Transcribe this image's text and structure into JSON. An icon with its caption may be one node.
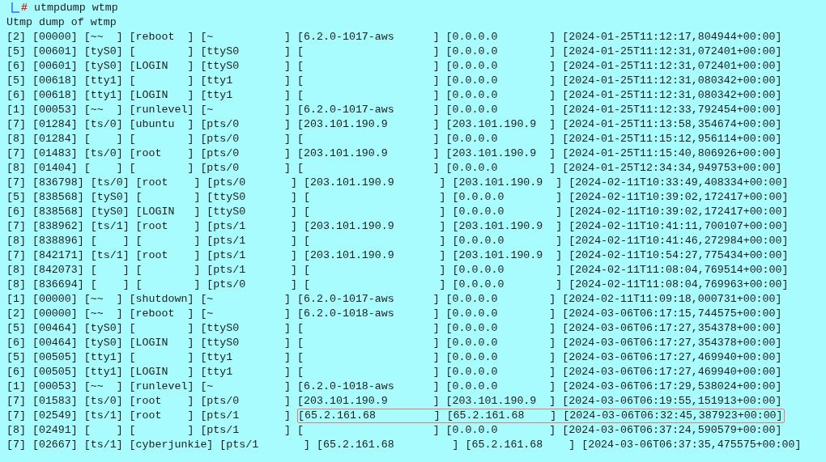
{
  "diagram": {
    "nodes": [
      {
        "text": [
          "[65.2.161.68         ] [65.2.161.68    ] [2024-03-06T06:32:45,387923+00:00]"
        ]
      }
    ],
    "labels": [
      "#",
      "utmpdump wtmp",
      "Utmp dump of wtmp",
      "[2] [00000] [~~  ] [reboot  ] [~           ] [6.2.0-1017-aws      ] [0.0.0.0        ] [2024-01-25T11:12:17,804944+00:00]",
      "[5] [00601] [tyS0] [        ] [ttyS0       ] [                    ] [0.0.0.0        ] [2024-01-25T11:12:31,072401+00:00]",
      "[6] [00601] [tyS0] [LOGIN   ] [ttyS0       ] [                    ] [0.0.0.0        ] [2024-01-25T11:12:31,072401+00:00]",
      "[5] [00618] [tty1] [        ] [tty1        ] [                    ] [0.0.0.0        ] [2024-01-25T11:12:31,080342+00:00]",
      "[6] [00618] [tty1] [LOGIN   ] [tty1        ] [                    ] [0.0.0.0        ] [2024-01-25T11:12:31,080342+00:00]",
      "[1] [00053] [~~  ] [runlevel] [~           ] [6.2.0-1017-aws      ] [0.0.0.0        ] [2024-01-25T11:12:33,792454+00:00]",
      "[7] [01284] [ts/0] [ubuntu  ] [pts/0       ] [203.101.190.9       ] [203.101.190.9  ] [2024-01-25T11:13:58,354674+00:00]",
      "[8] [01284] [    ] [        ] [pts/0       ] [                    ] [0.0.0.0        ] [2024-01-25T11:15:12,956114+00:00]",
      "[7] [01483] [ts/0] [root    ] [pts/0       ] [203.101.190.9       ] [203.101.190.9  ] [2024-01-25T11:15:40,806926+00:00]",
      "[8] [01404] [    ] [        ] [pts/0       ] [                    ] [0.0.0.0        ] [2024-01-25T12:34:34,949753+00:00]",
      "[7] [836798] [ts/0] [root    ] [pts/0       ] [203.101.190.9       ] [203.101.190.9  ] [2024-02-11T10:33:49,408334+00:00]",
      "[5] [838568] [tyS0] [        ] [ttyS0       ] [                    ] [0.0.0.0        ] [2024-02-11T10:39:02,172417+00:00]",
      "[6] [838568] [tyS0] [LOGIN   ] [ttyS0       ] [                    ] [0.0.0.0        ] [2024-02-11T10:39:02,172417+00:00]",
      "[7] [838962] [ts/1] [root    ] [pts/1       ] [203.101.190.9       ] [203.101.190.9  ] [2024-02-11T10:41:11,700107+00:00]",
      "[8] [838896] [    ] [        ] [pts/1       ] [                    ] [0.0.0.0        ] [2024-02-11T10:41:46,272984+00:00]",
      "[7] [842171] [ts/1] [root    ] [pts/1       ] [203.101.190.9       ] [203.101.190.9  ] [2024-02-11T10:54:27,775434+00:00]",
      "[8] [842073] [    ] [        ] [pts/1       ] [                    ] [0.0.0.0        ] [2024-02-11T11:08:04,769514+00:00]",
      "[8] [836694] [    ] [        ] [pts/0       ] [                    ] [0.0.0.0        ] [2024-02-11T11:08:04,769963+00:00]",
      "[1] [00000] [~~  ] [shutdown] [~           ] [6.2.0-1017-aws      ] [0.0.0.0        ] [2024-02-11T11:09:18,000731+00:00]",
      "[2] [00000] [~~  ] [reboot  ] [~           ] [6.2.0-1018-aws      ] [0.0.0.0        ] [2024-03-06T06:17:15,744575+00:00]",
      "[5] [00464] [tyS0] [        ] [ttyS0       ] [                    ] [0.0.0.0        ] [2024-03-06T06:17:27,354378+00:00]",
      "[6] [00464] [tyS0] [LOGIN   ] [ttyS0       ] [                    ] [0.0.0.0        ] [2024-03-06T06:17:27,354378+00:00]",
      "[5] [00505] [tty1] [        ] [tty1        ] [                    ] [0.0.0.0        ] [2024-03-06T06:17:27,469940+00:00]",
      "[6] [00505] [tty1] [LOGIN   ] [tty1        ] [                    ] [0.0.0.0        ] [2024-03-06T06:17:27,469940+00:00]",
      "[1] [00053] [~~  ] [runlevel] [~           ] [6.2.0-1018-aws      ] [0.0.0.0        ] [2024-03-06T06:17:29,538024+00:00]",
      "[7] [01583] [ts/0] [root    ] [pts/0       ] [203.101.190.9       ] [203.101.190.9  ] [2024-03-06T06:19:55,151913+00:00]",
      "[7] [02549] [ts/1] [root    ] [pts/1       ]",
      "[8] [02491] [    ] [        ] [pts/1       ] [                    ] [0.0.0.0        ] [2024-03-06T06:37:24,590579+00:00]",
      "[7] [02667] [ts/1] [cyberjunkie] [pts/1       ] [65.2.161.68         ] [65.2.161.68    ] [2024-03-06T06:37:35,475575+00:00]"
    ]
  }
}
